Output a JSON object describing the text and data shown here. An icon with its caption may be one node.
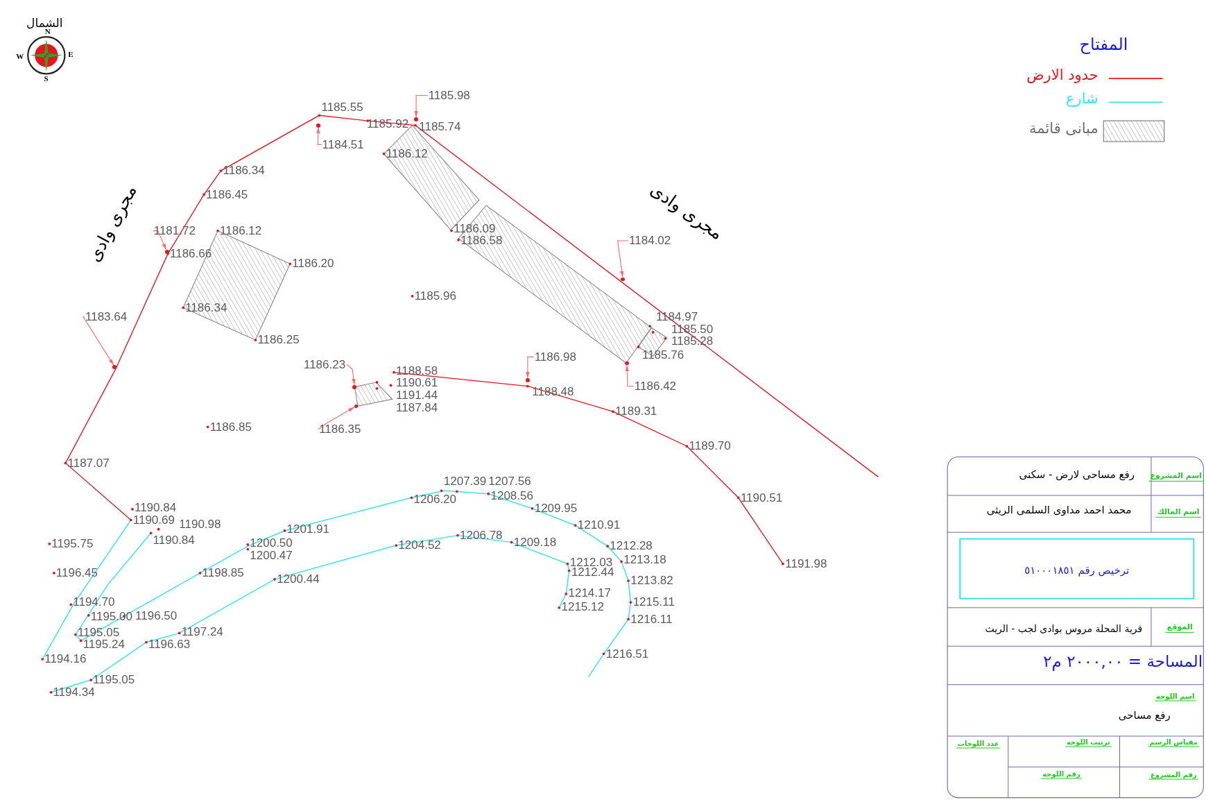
{
  "diagram": {
    "nodes": [
      {
        "text": [
          "1185.98"
        ]
      },
      {
        "text": [
          "1184.51"
        ]
      },
      {
        "text": [
          "1181.72"
        ]
      },
      {
        "text": [
          "1183.64"
        ]
      },
      {
        "text": [
          "1184.02"
        ]
      },
      {
        "text": [
          "1186.98"
        ]
      },
      {
        "text": [
          "1186.42"
        ]
      },
      {
        "text": [
          "1186.23"
        ]
      },
      {
        "text": [
          "1186.35"
        ]
      },
      {
        "text": [],
        "shape": "circle"
      },
      {
        "text": [],
        "shape": "circle"
      },
      {
        "text": [],
        "shape": "circle"
      },
      {
        "text": [],
        "shape": "circle"
      },
      {
        "text": [],
        "shape": "circle"
      },
      {
        "text": [],
        "shape": "circle"
      },
      {
        "text": [],
        "shape": "circle"
      },
      {
        "text": [],
        "shape": "circle"
      },
      {
        "text": [],
        "shape": "circle"
      }
    ],
    "edges": [
      {
        "from": 0,
        "to": 9,
        "arrow": "to"
      },
      {
        "from": 1,
        "to": 10,
        "arrow": "to"
      },
      {
        "from": 2,
        "to": 11,
        "arrow": "to"
      },
      {
        "from": 3,
        "to": 12,
        "arrow": "to"
      },
      {
        "from": 4,
        "to": 13,
        "arrow": "to"
      },
      {
        "from": 5,
        "to": 14,
        "arrow": "to"
      },
      {
        "from": 6,
        "to": 15,
        "arrow": "to"
      },
      {
        "from": 7,
        "to": 16,
        "arrow": "to"
      },
      {
        "from": 8,
        "to": 17,
        "arrow": "to"
      }
    ],
    "labels": [
      "الشمال",
      "N",
      "W",
      "E",
      "S",
      "المفتاح",
      "مجرى وادى",
      "مجرى وادى",
      "1185.55",
      "1185.92",
      "1185.74",
      "1186.34",
      "1186.12",
      "1186.45",
      "1186.12",
      "1186.09",
      "1186.58",
      "1186.66",
      "1186.20",
      "1185.96",
      "1186.34",
      "1184.97",
      "1185.50",
      "1185.28",
      "1186.25",
      "1185.76",
      "1188.58",
      "1187.84",
      "1190.61",
      "1191.44",
      "1188.48",
      "1189.31",
      "1186.85",
      "1189.70",
      "1187.07",
      "1207.39",
      "1207.56",
      "1208.56",
      "1206.20",
      "1190.51",
      "1209.95",
      "1190.84",
      "1190.69",
      "1210.91",
      "1190.98",
      "1201.91",
      "1190.84",
      "1206.78",
      "1209.18",
      "1195.75",
      "1200.50",
      "1212.28",
      "1204.52",
      "1200.47",
      "1213.18",
      "1212.03",
      "1191.98",
      "1212.44",
      "1196.45",
      "1198.85",
      "1200.44",
      "1213.82",
      "1214.17",
      "1215.11",
      "1194.70",
      "1215.12",
      "1195.00",
      "1196.50",
      "1216.11",
      "1197.24",
      "1195.05",
      "1195.24",
      "1196.63",
      "1216.51",
      "1194.16",
      "1195.05",
      "1194.34",
      "اسم المشروع",
      "رفع مساحى لارض - سكنى",
      "اسم المالك",
      "محمد احمد مداوى السلمى الريثى",
      "ترخيص رقم ٥١٠٠٠١٨٥١",
      "الموقع",
      "قرية المحلة مروس بوادى لجب - الريث",
      "المساحة = ٢٠٠٠,٠٠ م٢",
      "اسم اللوحه",
      "رفع مساحى",
      "مقياس الرسم",
      "ترتيب اللوحه",
      "عدد اللوحات",
      "رقم المشروع",
      "رقم اللوحه"
    ],
    "legend": [
      {
        "text": "حدود الارض"
      },
      {
        "text": "شارع"
      },
      {
        "text": "مبانى قائمة"
      }
    ]
  }
}
